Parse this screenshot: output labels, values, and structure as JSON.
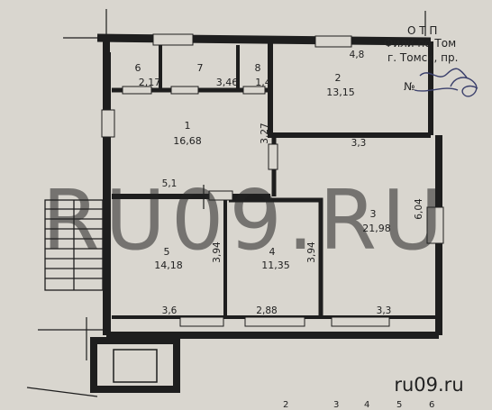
{
  "stamp": {
    "line1": "О Т П",
    "line2": "Фили   по Том",
    "line3": "г. Томск, пр.",
    "number_label": "№"
  },
  "rooms": [
    {
      "number": "1",
      "area": "16,68"
    },
    {
      "number": "2",
      "area": "13,15"
    },
    {
      "number": "3",
      "area": "21,98"
    },
    {
      "number": "4",
      "area": "11,35"
    },
    {
      "number": "5",
      "area": "14,18"
    },
    {
      "number": "6",
      "area": "2,17"
    },
    {
      "number": "7",
      "area": "3,46"
    },
    {
      "number": "8",
      "area": "1,4"
    }
  ],
  "dimensions": {
    "top_right": "4,8",
    "room1_right": "3,27",
    "room3_top": "3,3",
    "room3_right": "6,04",
    "room5_top": "5,1",
    "room5_right": "3,94",
    "room4_right": "3,94",
    "bottom_left": "3,6",
    "bottom_mid": "2,88",
    "bottom_right": "3,3"
  },
  "scale_numbers": [
    "2",
    "3",
    "4",
    "5",
    "6"
  ],
  "watermark": {
    "big": "RU09.RU",
    "site": "ru09.ru"
  },
  "colors": {
    "paper": "#d9d6cf",
    "wall": "#1e1e1e",
    "watermark": "#ffffff",
    "ink": "#3a3f6b"
  }
}
